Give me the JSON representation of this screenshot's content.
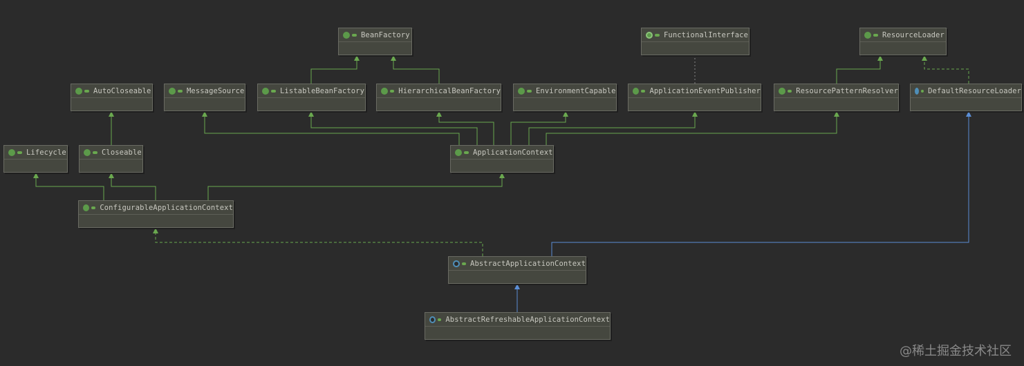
{
  "diagram": {
    "nodes": [
      {
        "id": "BeanFactory",
        "label": "BeanFactory",
        "kind": "interface"
      },
      {
        "id": "FunctionalInterface",
        "label": "FunctionalInterface",
        "kind": "annotation"
      },
      {
        "id": "ResourceLoader",
        "label": "ResourceLoader",
        "kind": "interface"
      },
      {
        "id": "AutoCloseable",
        "label": "AutoCloseable",
        "kind": "interface"
      },
      {
        "id": "MessageSource",
        "label": "MessageSource",
        "kind": "interface"
      },
      {
        "id": "ListableBeanFactory",
        "label": "ListableBeanFactory",
        "kind": "interface"
      },
      {
        "id": "HierarchicalBeanFactory",
        "label": "HierarchicalBeanFactory",
        "kind": "interface"
      },
      {
        "id": "EnvironmentCapable",
        "label": "EnvironmentCapable",
        "kind": "interface"
      },
      {
        "id": "ApplicationEventPublisher",
        "label": "ApplicationEventPublisher",
        "kind": "interface"
      },
      {
        "id": "ResourcePatternResolver",
        "label": "ResourcePatternResolver",
        "kind": "interface"
      },
      {
        "id": "DefaultResourceLoader",
        "label": "DefaultResourceLoader",
        "kind": "class"
      },
      {
        "id": "Lifecycle",
        "label": "Lifecycle",
        "kind": "interface"
      },
      {
        "id": "Closeable",
        "label": "Closeable",
        "kind": "interface"
      },
      {
        "id": "ApplicationContext",
        "label": "ApplicationContext",
        "kind": "interface"
      },
      {
        "id": "ConfigurableApplicationContext",
        "label": "ConfigurableApplicationContext",
        "kind": "interface"
      },
      {
        "id": "AbstractApplicationContext",
        "label": "AbstractApplicationContext",
        "kind": "abstract"
      },
      {
        "id": "AbstractRefreshableApplicationContext",
        "label": "AbstractRefreshableApplicationContext",
        "kind": "abstract"
      }
    ],
    "edges": [
      {
        "from": "ListableBeanFactory",
        "to": "BeanFactory",
        "type": "extends"
      },
      {
        "from": "HierarchicalBeanFactory",
        "to": "BeanFactory",
        "type": "extends"
      },
      {
        "from": "ResourcePatternResolver",
        "to": "ResourceLoader",
        "type": "extends"
      },
      {
        "from": "DefaultResourceLoader",
        "to": "ResourceLoader",
        "type": "implements"
      },
      {
        "from": "ApplicationEventPublisher",
        "to": "FunctionalInterface",
        "type": "annotated"
      },
      {
        "from": "Closeable",
        "to": "AutoCloseable",
        "type": "extends"
      },
      {
        "from": "ApplicationContext",
        "to": "MessageSource",
        "type": "extends"
      },
      {
        "from": "ApplicationContext",
        "to": "ListableBeanFactory",
        "type": "extends"
      },
      {
        "from": "ApplicationContext",
        "to": "HierarchicalBeanFactory",
        "type": "extends"
      },
      {
        "from": "ApplicationContext",
        "to": "EnvironmentCapable",
        "type": "extends"
      },
      {
        "from": "ApplicationContext",
        "to": "ApplicationEventPublisher",
        "type": "extends"
      },
      {
        "from": "ApplicationContext",
        "to": "ResourcePatternResolver",
        "type": "extends"
      },
      {
        "from": "ConfigurableApplicationContext",
        "to": "Lifecycle",
        "type": "extends"
      },
      {
        "from": "ConfigurableApplicationContext",
        "to": "Closeable",
        "type": "extends"
      },
      {
        "from": "ConfigurableApplicationContext",
        "to": "ApplicationContext",
        "type": "extends"
      },
      {
        "from": "AbstractApplicationContext",
        "to": "ConfigurableApplicationContext",
        "type": "implements"
      },
      {
        "from": "AbstractApplicationContext",
        "to": "DefaultResourceLoader",
        "type": "class-extends"
      },
      {
        "from": "AbstractRefreshableApplicationContext",
        "to": "AbstractApplicationContext",
        "type": "class-extends"
      }
    ],
    "colors": {
      "extends": "#6aa84f",
      "implements": "#6aa84f",
      "annotated": "#8a8a8a",
      "class-extends": "#5b8ed6"
    }
  },
  "watermark": "@稀土掘金技术社区"
}
